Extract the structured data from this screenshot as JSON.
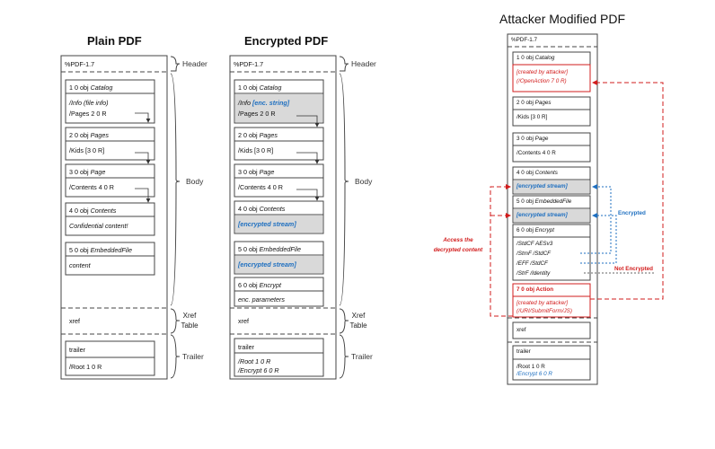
{
  "titles": {
    "plain": "Plain PDF",
    "encrypted": "Encrypted PDF",
    "attacker": "Attacker Modified PDF"
  },
  "section_labels": {
    "header": "Header",
    "body": "Body",
    "xref_line1": "Xref",
    "xref_line2": "Table",
    "trailer": "Trailer"
  },
  "plain": {
    "header": "%PDF-1.7",
    "obj1": {
      "title_num": "1 0 obj",
      "title_name": "Catalog",
      "line1": "/Info (file info)",
      "line2": "/Pages 2 0 R"
    },
    "obj2": {
      "title_num": "2 0 obj",
      "title_name": "Pages",
      "line1": "/Kids [3 0 R]"
    },
    "obj3": {
      "title_num": "3 0 obj",
      "title_name": "Page",
      "line1": "/Contents 4 0 R"
    },
    "obj4": {
      "title_num": "4 0 obj",
      "title_name": "Contents",
      "line1": "Confidential content!"
    },
    "obj5": {
      "title_num": "5 0 obj",
      "title_name": "EmbeddedFile",
      "line1": "content"
    },
    "xref": "xref",
    "trailer": "trailer",
    "root": "/Root 1 0 R"
  },
  "encrypted": {
    "header": "%PDF-1.7",
    "obj1": {
      "title_num": "1 0 obj",
      "title_name": "Catalog",
      "line1_a": "/Info",
      "line1_b": "[enc. string]",
      "line2": "/Pages 2 0 R"
    },
    "obj2": {
      "title_num": "2 0 obj",
      "title_name": "Pages",
      "line1": "/Kids [3 0 R]"
    },
    "obj3": {
      "title_num": "3 0 obj",
      "title_name": "Page",
      "line1": "/Contents 4 0 R"
    },
    "obj4": {
      "title_num": "4 0 obj",
      "title_name": "Contents",
      "line1": "[encrypted stream]"
    },
    "obj5": {
      "title_num": "5 0 obj",
      "title_name": "EmbeddedFile",
      "line1": "[encrypted stream]"
    },
    "obj6": {
      "title_num": "6 0 obj",
      "title_name": "Encrypt",
      "line1": "enc. parameters"
    },
    "xref": "xref",
    "trailer": "trailer",
    "root": "/Root 1 0 R",
    "encrypt": "/Encrypt 6 0 R"
  },
  "attacker": {
    "header": "%PDF-1.7",
    "obj1": {
      "title_num": "1 0 obj",
      "title_name": "Catalog",
      "line1": "[created by attacker]",
      "line2": "(/OpenAction 7 0 R)"
    },
    "obj2": {
      "title_num": "2 0 obj",
      "title_name": "Pages",
      "line1": "/Kids [3 0 R]"
    },
    "obj3": {
      "title_num": "3 0 obj",
      "title_name": "Page",
      "line1": "/Contents 4 0 R"
    },
    "obj4": {
      "title_num": "4 0 obj",
      "title_name": "Contents",
      "line1": "[encrypted stream]"
    },
    "obj5": {
      "title_num": "5 0 obj",
      "title_name": "EmbeddedFile",
      "line1": "[encrypted stream]"
    },
    "obj6": {
      "title_num": "6 0 obj",
      "title_name": "Encrypt",
      "line1": "/StdCF AESv3",
      "line2": "/StmF /StdCF",
      "line3": "/EFF /StdCF",
      "line4": "/StrF /Identity"
    },
    "obj7": {
      "title": "7 0 obj Action",
      "line1": "[created by attacker]",
      "line2": "(/URI/SubmitForm/JS)"
    },
    "xref": "xref",
    "trailer": "trailer",
    "root": "/Root 1 0 R",
    "encrypt": "/Encrypt 6 0 R",
    "annotations": {
      "access_line1": "Access the",
      "access_line2": "decrypted content",
      "encrypted": "Encrypted",
      "not_encrypted": "Not Encrypted"
    }
  },
  "colors": {
    "attacker_red": "#d21c1c",
    "encrypted_blue": "#1e6fc0",
    "gray_fill": "#d9d9d9"
  }
}
